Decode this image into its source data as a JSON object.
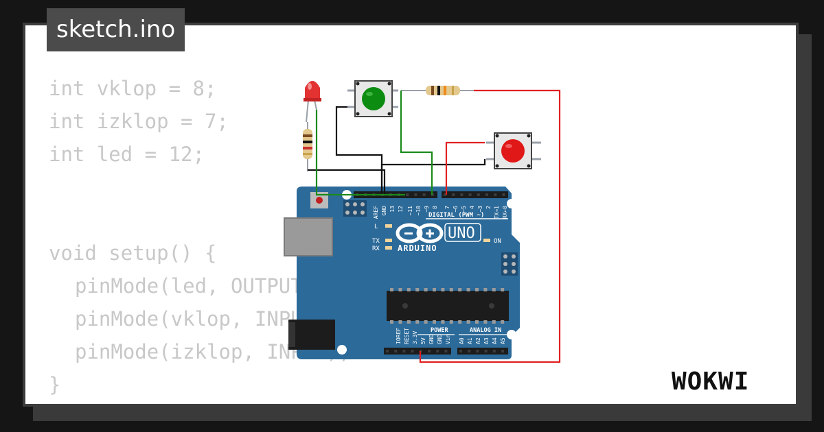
{
  "file_tab": {
    "label": "sketch.ino"
  },
  "code_lines": [
    {
      "text": "int vklop = 8;",
      "indent": false
    },
    {
      "text": "int izklop = 7;",
      "indent": false
    },
    {
      "text": "int led = 12;",
      "indent": false
    },
    {
      "text": "",
      "indent": false
    },
    {
      "text": "",
      "indent": false
    },
    {
      "text": "void setup() {",
      "indent": false
    },
    {
      "text": "pinMode(led, OUTPUT);",
      "indent": true
    },
    {
      "text": "pinMode(vklop, INPUT);",
      "indent": true
    },
    {
      "text": "pinMode(izklop, INPUT);",
      "indent": true
    },
    {
      "text": "}",
      "indent": false
    }
  ],
  "board": {
    "label_uno": "UNO",
    "label_arduino": "ARDUINO",
    "label_digital": "DIGITAL (PWM ~)",
    "label_on": "ON",
    "label_l": "L",
    "label_tx": "TX",
    "label_rx": "RX",
    "label_power": "POWER",
    "label_analog": "ANALOG IN",
    "digital_pins": [
      "AREF",
      "GND",
      "13",
      "12",
      "~11",
      "~10",
      "~9",
      "8",
      "7",
      "~6",
      "~5",
      "4",
      "~3",
      "2",
      "TX→1",
      "RX←0"
    ],
    "power_pins": [
      "IOREF",
      "RESET",
      "3.3V",
      "5V",
      "GND",
      "GND",
      "Vin"
    ],
    "analog_pins": [
      "A0",
      "A1",
      "A2",
      "A3",
      "A4",
      "A5"
    ]
  },
  "brand": {
    "logo_text": "WOKWI"
  },
  "colors": {
    "page_bg": "#151515",
    "card_border": "#3c3c3c",
    "code_text": "#c8c8c8",
    "board_blue": "#2c6a99",
    "wire_red": "#e02020",
    "wire_green": "#1a8a1a",
    "wire_black": "#111111",
    "button_green": "#0d8c12",
    "button_red": "#e01818",
    "led_red": "#e33232"
  }
}
